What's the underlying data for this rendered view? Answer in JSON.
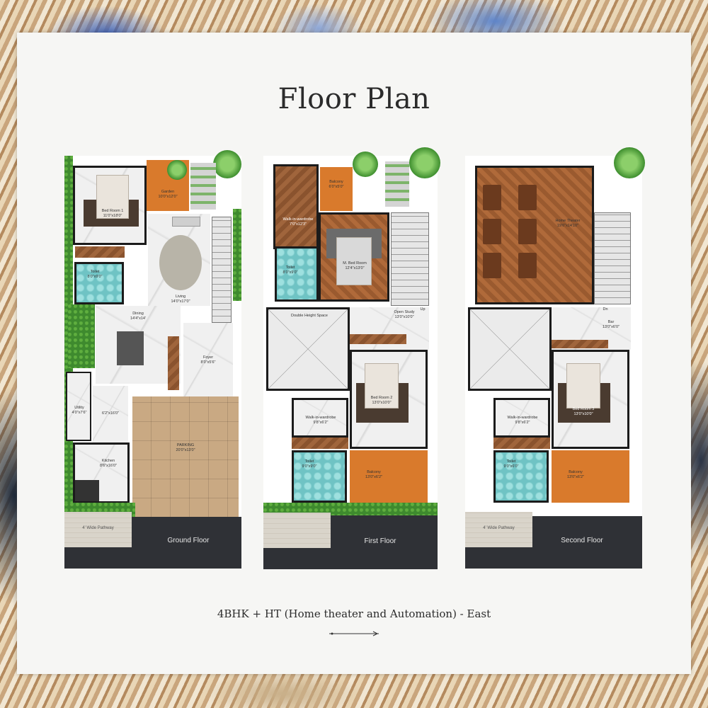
{
  "page": {
    "title": "Floor Plan",
    "subtitle": "4BHK + HT (Home theater and Automation) - East"
  },
  "floors": {
    "ground": {
      "label": "Ground Floor",
      "pathway": "4' Wide Pathway",
      "rooms": {
        "bed_room_1": {
          "name": "Bed Room 1",
          "size": "11'0\"x18'0\""
        },
        "garden": {
          "name": "Garden",
          "size": "10'0\"x12'0\""
        },
        "toilet": {
          "name": "Toilet",
          "size": "8'0\"x9'0\""
        },
        "living": {
          "name": "Living",
          "size": "14'0\"x17'0\""
        },
        "dining": {
          "name": "Dining",
          "size": "14'4\"x14'"
        },
        "foyer": {
          "name": "Foyer",
          "size": "8'0\"x5'6\""
        },
        "utility": {
          "name": "Utility",
          "size": "4'0\"x7'6\""
        },
        "passage": {
          "size": "6'2\"x16'0\""
        },
        "kitchen": {
          "name": "Kitchen",
          "size": "8'6\"x16'0\""
        },
        "parking": {
          "name": "PARKING",
          "size": "20'0\"x13'0\""
        }
      }
    },
    "first": {
      "label": "First Floor",
      "rooms": {
        "walk_in_wardrobe": {
          "name": "Walk-in-wardrobe",
          "size": "7'0\"x12'3\""
        },
        "balcony_top": {
          "name": "Balcony",
          "size": "6'0\"x5'0\""
        },
        "toilet": {
          "name": "Toilet",
          "size": "8'0\"x9'0\""
        },
        "master_bed": {
          "name": "M. Bed Room",
          "size": "12'4\"x13'0\""
        },
        "double_height": {
          "name": "Double Height Space"
        },
        "open_study": {
          "name": "Open Study",
          "size": "13'0\"x10'0\""
        },
        "up": {
          "name": "Up"
        },
        "bed_room_2": {
          "name": "Bed Room 2",
          "size": "13'0\"x10'0\""
        },
        "wardrobe_2": {
          "name": "Walk-in-wardrobe",
          "size": "9'8\"x6'2\""
        },
        "toilet_2": {
          "name": "Toilet",
          "size": "9'0\"x9'0\""
        },
        "balcony": {
          "name": "Balcony",
          "size": "13'0\"x6'2\""
        }
      }
    },
    "second": {
      "label": "Second Floor",
      "pathway": "4' Wide Pathway",
      "rooms": {
        "home_theater": {
          "name": "Home Theater",
          "size": "19'6\"x14'10\""
        },
        "dn": {
          "name": "Dn"
        },
        "bar": {
          "name": "Bar",
          "size": "13'0\"x6'0\""
        },
        "bed_room_3": {
          "name": "Bed Room 3",
          "size": "13'0\"x10'0\""
        },
        "wardrobe_3": {
          "name": "Walk-in-wardrobe",
          "size": "9'8\"x6'2\""
        },
        "toilet_3": {
          "name": "Toilet",
          "size": "9'0\"x6'0\""
        },
        "balcony": {
          "name": "Balcony",
          "size": "13'0\"x6'2\""
        }
      }
    }
  }
}
